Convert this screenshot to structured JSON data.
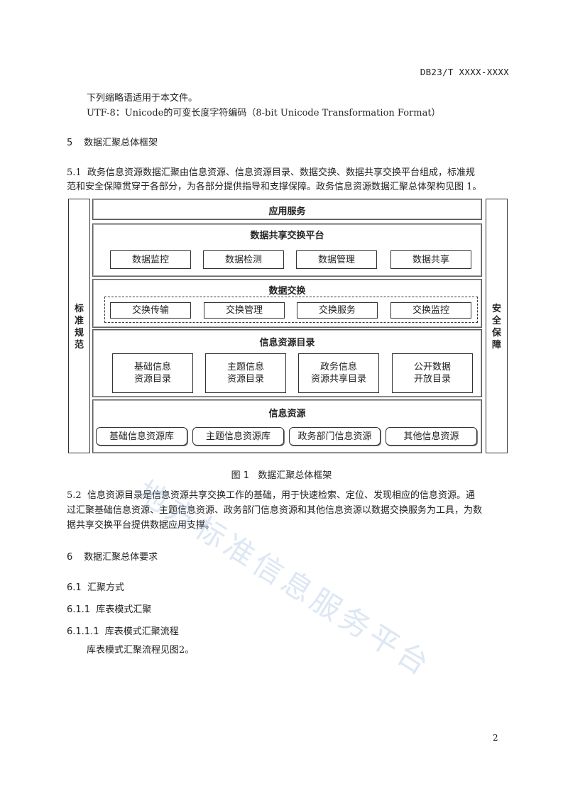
{
  "header": {
    "doc_code": "DB23/T XXXX-XXXX"
  },
  "intro": {
    "line1": "下列缩略语适用于本文件。",
    "line2": "UTF-8：Unicode的可变长度字符编码（8-bit Unicode Transformation Format）"
  },
  "sec5": {
    "num": "5",
    "title": "数据汇聚总体框架"
  },
  "p51": {
    "num": "5.1",
    "line1": "政务信息资源数据汇聚由信息资源、信息资源目录、数据交换、数据共享交换平台组成，标准规",
    "line2": "范和安全保障贯穿于各部分，为各部分提供指导和支撑保障。政务信息资源数据汇聚总体架构见图 1。"
  },
  "diagram": {
    "left_side": [
      "标",
      "准",
      "规",
      "范"
    ],
    "right_side": [
      "安",
      "全",
      "保",
      "障"
    ],
    "app_service": "应用服务",
    "platform": {
      "title": "数据共享交换平台",
      "items": [
        "数据监控",
        "数据检测",
        "数据管理",
        "数据共享"
      ]
    },
    "exchange": {
      "title": "数据交换",
      "items": [
        "交换传输",
        "交换管理",
        "交换服务",
        "交换监控"
      ]
    },
    "catalog": {
      "title": "信息资源目录",
      "items": [
        [
          "基础信息",
          "资源目录"
        ],
        [
          "主题信息",
          "资源目录"
        ],
        [
          "政务信息",
          "资源共享目录"
        ],
        [
          "公开数据",
          "开放目录"
        ]
      ]
    },
    "resources": {
      "title": "信息资源",
      "items": [
        "基础信息资源库",
        "主题信息资源库",
        "政务部门信息资源",
        "其他信息资源"
      ]
    }
  },
  "figure_caption": "图 1   数据汇聚总体框架",
  "p52": {
    "num": "5.2",
    "line1": "信息资源目录是信息资源共享交换工作的基础，用于快速检索、定位、发现相应的信息资源。通",
    "line2": "过汇聚基础信息资源、主题信息资源、政务部门信息资源和其他信息资源以数据交换服务为工具，为数",
    "line3": "据共享交换平台提供数据应用支撑。"
  },
  "sec6": {
    "num": "6",
    "title": "数据汇聚总体要求"
  },
  "s61": {
    "num": "6.1",
    "title": "汇聚方式"
  },
  "s611": {
    "num": "6.1.1",
    "title": "库表模式汇聚"
  },
  "s6111": {
    "num": "6.1.1.1",
    "title": "库表模式汇聚流程"
  },
  "p6111": "库表模式汇聚流程见图2。",
  "watermark": "地方标准信息服务平台",
  "page_number": "2"
}
